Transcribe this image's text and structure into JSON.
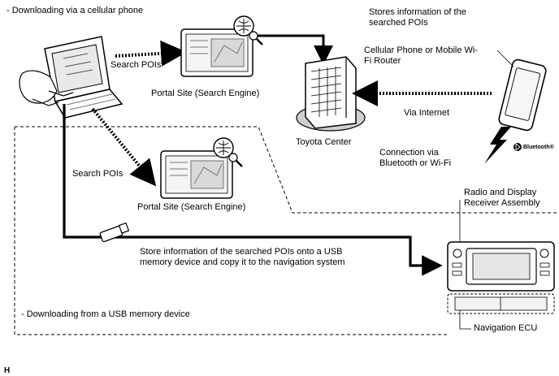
{
  "labels": {
    "cellular_title": "- Downloading via a cellular phone",
    "stores_info": "Stores information of the searched POIs",
    "search_pois_top": "Search POIs",
    "portal_site_top": "Portal Site (Search Engine)",
    "cellular_device": "Cellular Phone or Mobile Wi-Fi Router",
    "via_internet": "Via Internet",
    "toyota_center": "Toyota Center",
    "connection_via": "Connection via Bluetooth or Wi-Fi",
    "bluetooth_logo": "Bluetooth®",
    "search_pois_bottom": "Search POIs",
    "portal_site_bottom": "Portal Site (Search Engine)",
    "radio_display": "Radio and Display Receiver Assembly",
    "store_info": "Store information of the searched POIs onto a USB memory device and copy it to the navigation system",
    "usb_title": "- Downloading from a USB memory device",
    "navigation_ecu": "Navigation ECU",
    "corner_mark": "H"
  }
}
